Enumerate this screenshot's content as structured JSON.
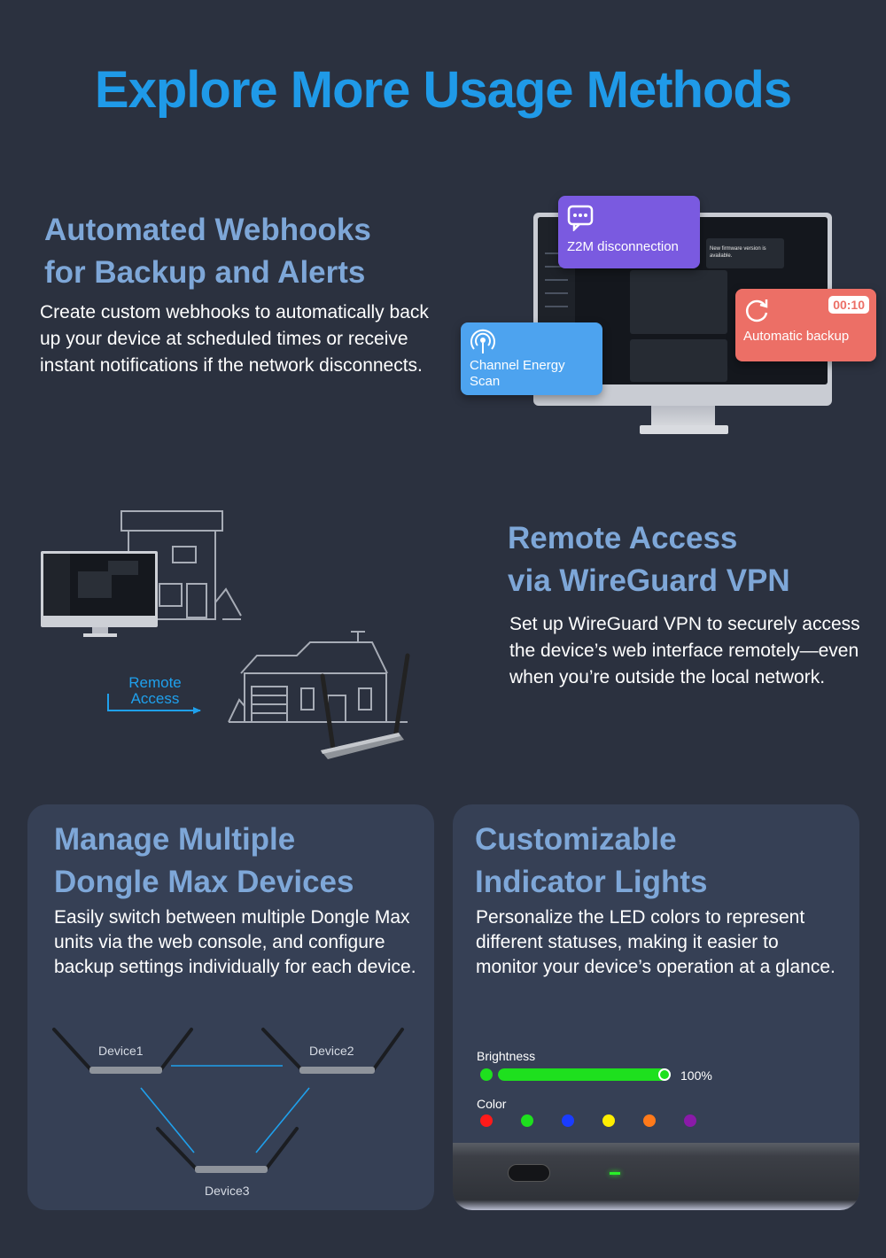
{
  "title": "Explore More Usage Methods",
  "webhooks": {
    "heading_line1": "Automated Webhooks",
    "heading_line2": "for Backup and Alerts",
    "text": "Create custom webhooks to automatically back up your device at scheduled times or receive instant notifications if the network disconnects.",
    "cards": {
      "z2m": "Z2M disconnection",
      "backup": "Automatic backup",
      "backup_timer": "00:10",
      "scan_line1": "Channel Energy",
      "scan_line2": "Scan"
    },
    "screen_notice_line1": "New firmware version is",
    "screen_notice_line2": "available."
  },
  "remote": {
    "heading_line1": "Remote Access",
    "heading_line2": "via WireGuard VPN",
    "text": "Set up WireGuard VPN to securely access the device’s web interface remotely—even when you’re outside the local network.",
    "label_line1": "Remote",
    "label_line2": "Access"
  },
  "multiple": {
    "heading_line1": "Manage Multiple",
    "heading_line2": "Dongle Max Devices",
    "text": "Easily switch between multiple Dongle Max units via the web console, and configure backup settings individually for each device.",
    "devices": [
      "Device1",
      "Device2",
      "Device3"
    ]
  },
  "lights": {
    "heading_line1": "Customizable",
    "heading_line2": "Indicator Lights",
    "text": "Personalize the LED colors to represent different statuses, making it easier to monitor your device’s operation at a glance.",
    "brightness_label": "Brightness",
    "brightness_value": "100%",
    "brightness_level": 1.0,
    "color_label": "Color",
    "colors": [
      "#ff1a1a",
      "#1ee01e",
      "#1a3cff",
      "#ffee00",
      "#ff7a1a",
      "#8a1aa8"
    ],
    "led_color": "#29f029"
  },
  "accent": "#1f9ae8",
  "heading_color": "#7ea7d8"
}
